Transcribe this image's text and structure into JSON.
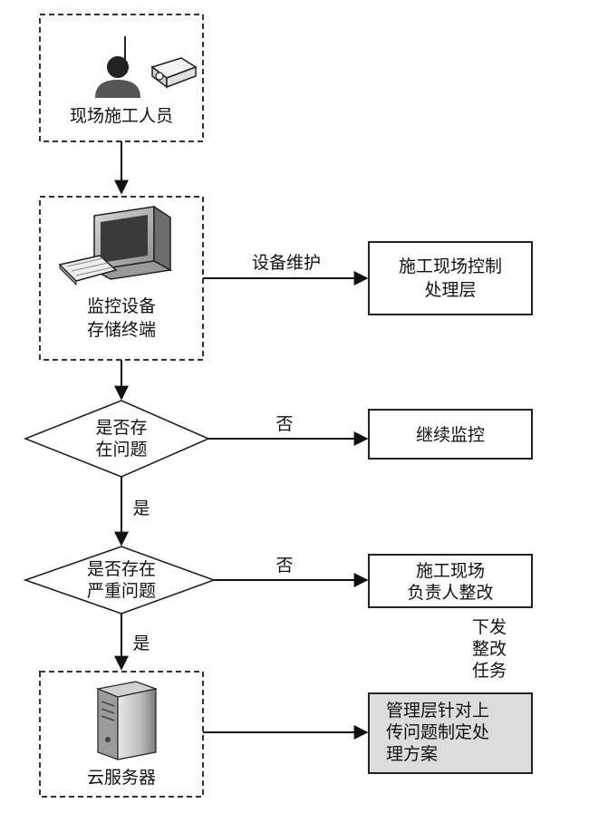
{
  "nodes": {
    "worker": "现场施工人员",
    "terminal_line1": "监控设备",
    "terminal_line2": "存储终端",
    "construction_control_line1": "施工现场控制",
    "construction_control_line2": "处理层",
    "decision1_line1": "是否存",
    "decision1_line2": "在问题",
    "continue_monitor": "继续监控",
    "decision2_line1": "是否存在",
    "decision2_line2": "严重问题",
    "rectify_line1": "施工现场",
    "rectify_line2": "负责人整改",
    "cloud_server": "云服务器",
    "management_line1": "管理层针对上",
    "management_line2": "传问题制定处",
    "management_line3": "理方案"
  },
  "edges": {
    "maintenance": "设备维护",
    "no1": "否",
    "yes1": "是",
    "no2": "否",
    "yes2": "是",
    "issue_line1": "下发",
    "issue_line2": "整改",
    "issue_line3": "任务"
  },
  "icons": {
    "worker": "person-with-projector-icon",
    "terminal": "computer-with-keyboard-icon",
    "server": "server-tower-icon"
  },
  "colors": {
    "management_fill": "#dcdcdc"
  }
}
